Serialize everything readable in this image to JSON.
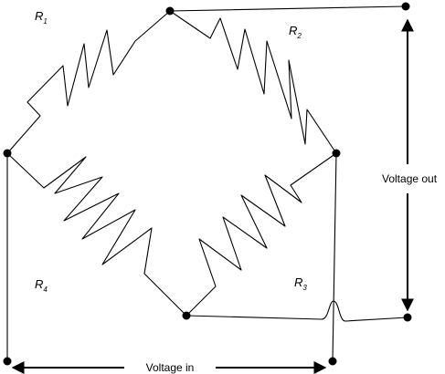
{
  "resistors": {
    "r1": {
      "symbol": "R",
      "index": "1"
    },
    "r2": {
      "symbol": "R",
      "index": "2"
    },
    "r3": {
      "symbol": "R",
      "index": "3"
    },
    "r4": {
      "symbol": "R",
      "index": "4"
    }
  },
  "terminals": {
    "voltage_out": "Voltage out",
    "voltage_in": "Voltage in"
  }
}
